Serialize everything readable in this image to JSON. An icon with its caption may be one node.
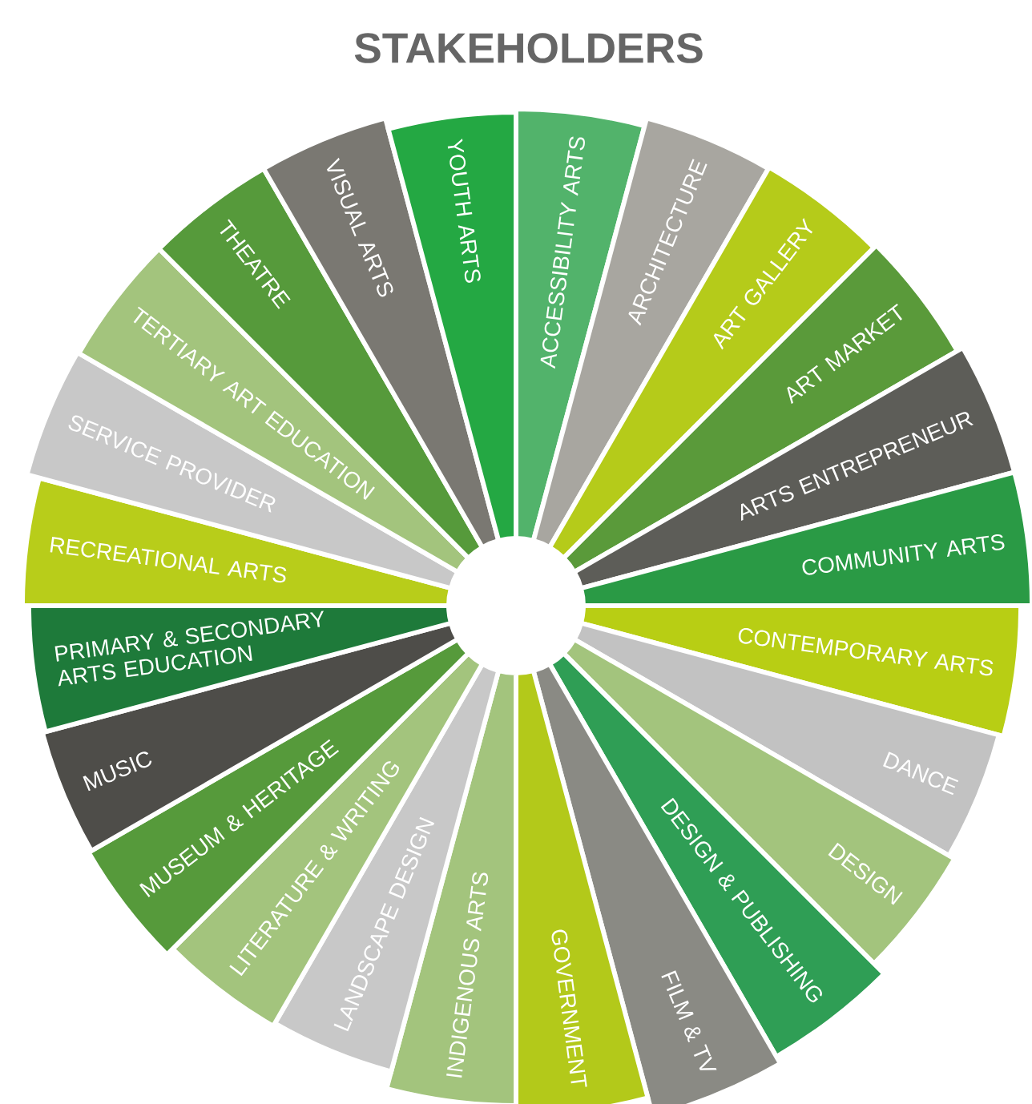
{
  "diagram": {
    "title": "STAKEHOLDERS",
    "nodes": [
      {
        "text": [
          "ACCESSIBILITY ARTS"
        ]
      },
      {
        "text": [
          "ARCHITECTURE"
        ]
      },
      {
        "text": [
          "ART GALLERY"
        ]
      },
      {
        "text": [
          "ART MARKET"
        ]
      },
      {
        "text": [
          "ARTS ENTREPRENEUR"
        ]
      },
      {
        "text": [
          "COMMUNITY ARTS"
        ]
      },
      {
        "text": [
          "CONTEMPORARY ARTS"
        ]
      },
      {
        "text": [
          "DANCE"
        ]
      },
      {
        "text": [
          "DESIGN"
        ]
      },
      {
        "text": [
          "DESIGN & PUBLISHING"
        ]
      },
      {
        "text": [
          "FILM & TV"
        ]
      },
      {
        "text": [
          "GOVERNMENT"
        ]
      },
      {
        "text": [
          "INDIGENOUS ARTS"
        ]
      },
      {
        "text": [
          "LANDSCAPE DESIGN"
        ]
      },
      {
        "text": [
          "LITERATURE & WRITING"
        ]
      },
      {
        "text": [
          "MUSEUM & HERITAGE"
        ]
      },
      {
        "text": [
          "MUSIC"
        ]
      },
      {
        "text": [
          "PRIMARY & SECONDARY ARTS EDUCATION"
        ]
      },
      {
        "text": [
          "RECREATIONAL ARTS"
        ]
      },
      {
        "text": [
          "SERVICE PROVIDER"
        ]
      },
      {
        "text": [
          "TERTIARY ART EDUCATION"
        ]
      },
      {
        "text": [
          "THEATRE"
        ]
      },
      {
        "text": [
          "VISUAL ARTS"
        ]
      },
      {
        "text": [
          "YOUTH ARTS"
        ]
      }
    ]
  }
}
